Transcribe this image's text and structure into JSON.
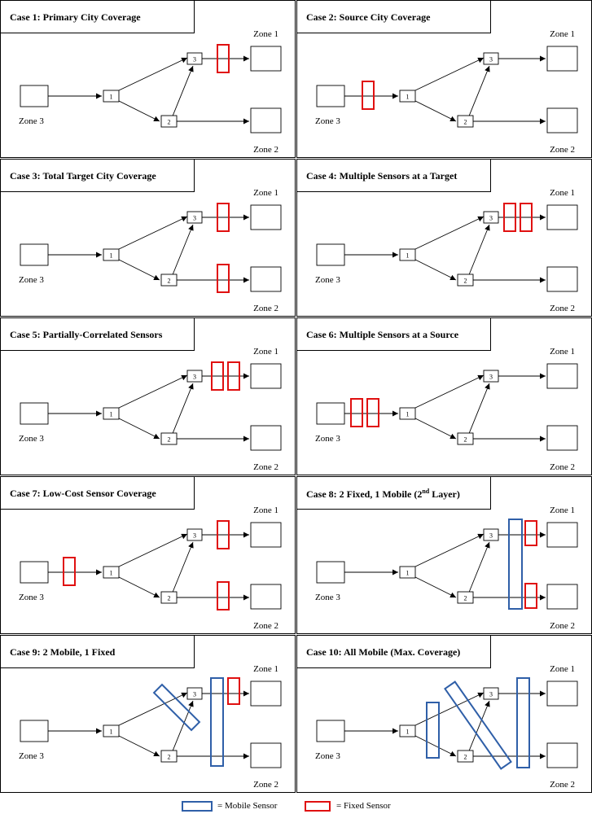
{
  "panels": [
    {
      "title": "Case 1: Primary City Coverage"
    },
    {
      "title": "Case 2: Source City Coverage"
    },
    {
      "title": "Case 3: Total Target City Coverage"
    },
    {
      "title": "Case 4: Multiple Sensors at a Target"
    },
    {
      "title": "Case 5: Partially-Correlated Sensors"
    },
    {
      "title": "Case 6: Multiple Sensors at a Source"
    },
    {
      "title": "Case 7: Low-Cost Sensor Coverage"
    },
    {
      "title_pre": "Case 8: 2 Fixed, 1 Mobile (2",
      "title_sup": "nd",
      "title_post": " Layer)"
    },
    {
      "title": "Case 9: 2 Mobile, 1 Fixed"
    },
    {
      "title": "Case 10: All Mobile (Max. Coverage)"
    }
  ],
  "network": {
    "zone1": "Zone 1",
    "zone2": "Zone 2",
    "zone3": "Zone 3",
    "node1": "1",
    "node2": "2",
    "node3": "3"
  },
  "legend": {
    "mobile_label": "= Mobile Sensor",
    "fixed_label": "= Fixed Sensor"
  },
  "colors": {
    "mobile": "#2f5fa8",
    "fixed": "#e01010",
    "line": "#000000"
  }
}
